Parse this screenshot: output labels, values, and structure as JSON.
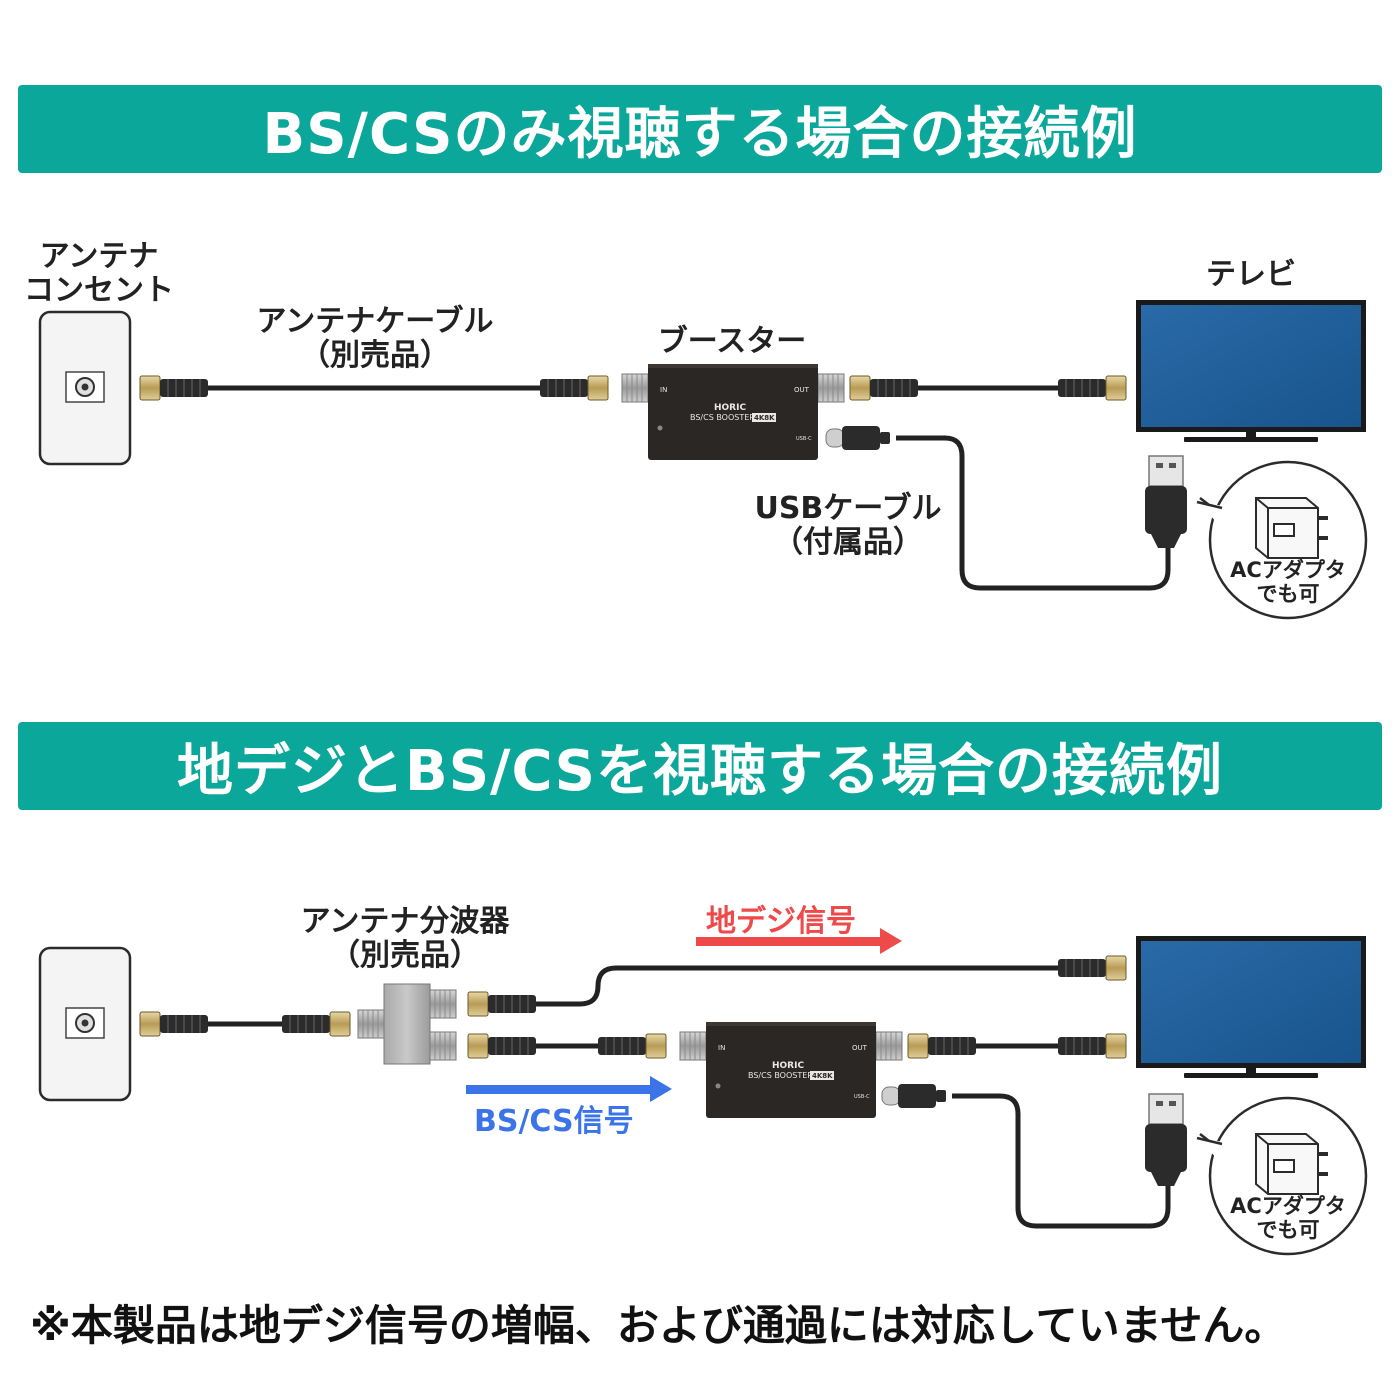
{
  "section1": {
    "title": "BS/CSのみ視聴する場合の接続例",
    "outlet_label_line1": "アンテナ",
    "outlet_label_line2": "コンセント",
    "cable_label_line1": "アンテナケーブル",
    "cable_label_line2": "（別売品）",
    "booster_label": "ブースター",
    "tv_label": "テレビ",
    "usb_label_line1": "USBケーブル",
    "usb_label_line2": "（付属品）",
    "adapter_line1": "ACアダプタ",
    "adapter_line2": "でも可"
  },
  "section2": {
    "title": "地デジとBS/CSを視聴する場合の接続例",
    "splitter_label_line1": "アンテナ分波器",
    "splitter_label_line2": "（別売品）",
    "terrestrial_signal": "地デジ信号",
    "bscs_signal": "BS/CS信号",
    "adapter_line1": "ACアダプタ",
    "adapter_line2": "でも可"
  },
  "booster_device": {
    "port_in": "IN",
    "port_out": "OUT",
    "brand": "HORIC",
    "model_text": "BS/CS BOOSTER",
    "badge": "4K8K",
    "power_label": "USB-C"
  },
  "footnote": "※本製品は地デジ信号の増幅、および通過には対応していません。",
  "colors": {
    "banner": "#0aa79a",
    "terrestrial": "#ef4a4a",
    "bscs": "#3b74e8",
    "screen": "#1e5f9c"
  }
}
